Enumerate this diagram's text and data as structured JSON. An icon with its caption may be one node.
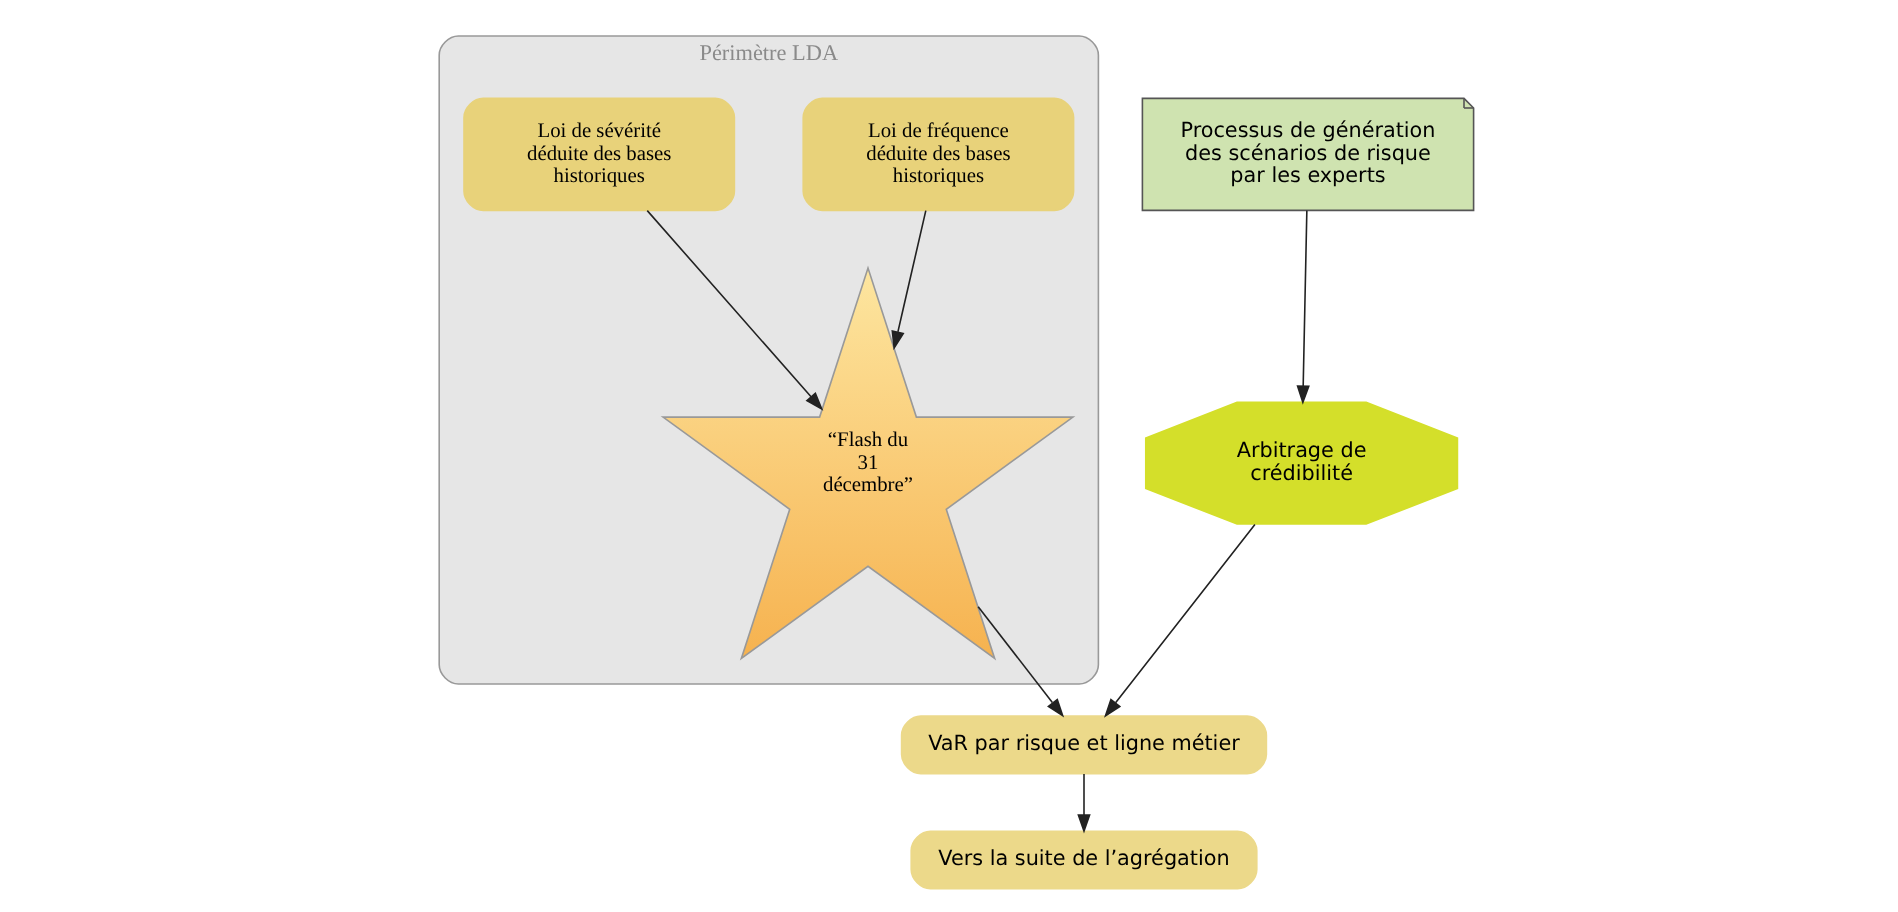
{
  "diagram": {
    "nodes": [
      {
        "text": [
          "Périmètre LDA"
        ]
      },
      {
        "text": [
          "Loi de fréquence déduite des bases historiques"
        ],
        "in": 0
      },
      {
        "text": [
          "Loi de sévérité déduite des bases historiques"
        ],
        "in": 0
      },
      {
        "text": [
          "“Flash du 31 décembre”"
        ],
        "in": 0
      },
      {
        "text": [
          "Processus de génération des scénarios de risque par les experts"
        ]
      },
      {
        "text": [
          "Arbitrage de crédibilité"
        ]
      },
      {
        "text": [
          "VaR par risque et ligne métier"
        ]
      },
      {
        "text": [
          "Vers la suite de l’agrégation"
        ]
      }
    ],
    "edges": [
      {
        "from": 1,
        "to": 3,
        "arrow": "to"
      },
      {
        "from": 2,
        "to": 3,
        "arrow": "to"
      },
      {
        "from": 4,
        "to": 5,
        "arrow": "to"
      },
      {
        "from": 3,
        "to": 6,
        "arrow": "to"
      },
      {
        "from": 5,
        "to": 6,
        "arrow": "to"
      },
      {
        "from": 6,
        "to": 7,
        "arrow": "to"
      }
    ]
  }
}
